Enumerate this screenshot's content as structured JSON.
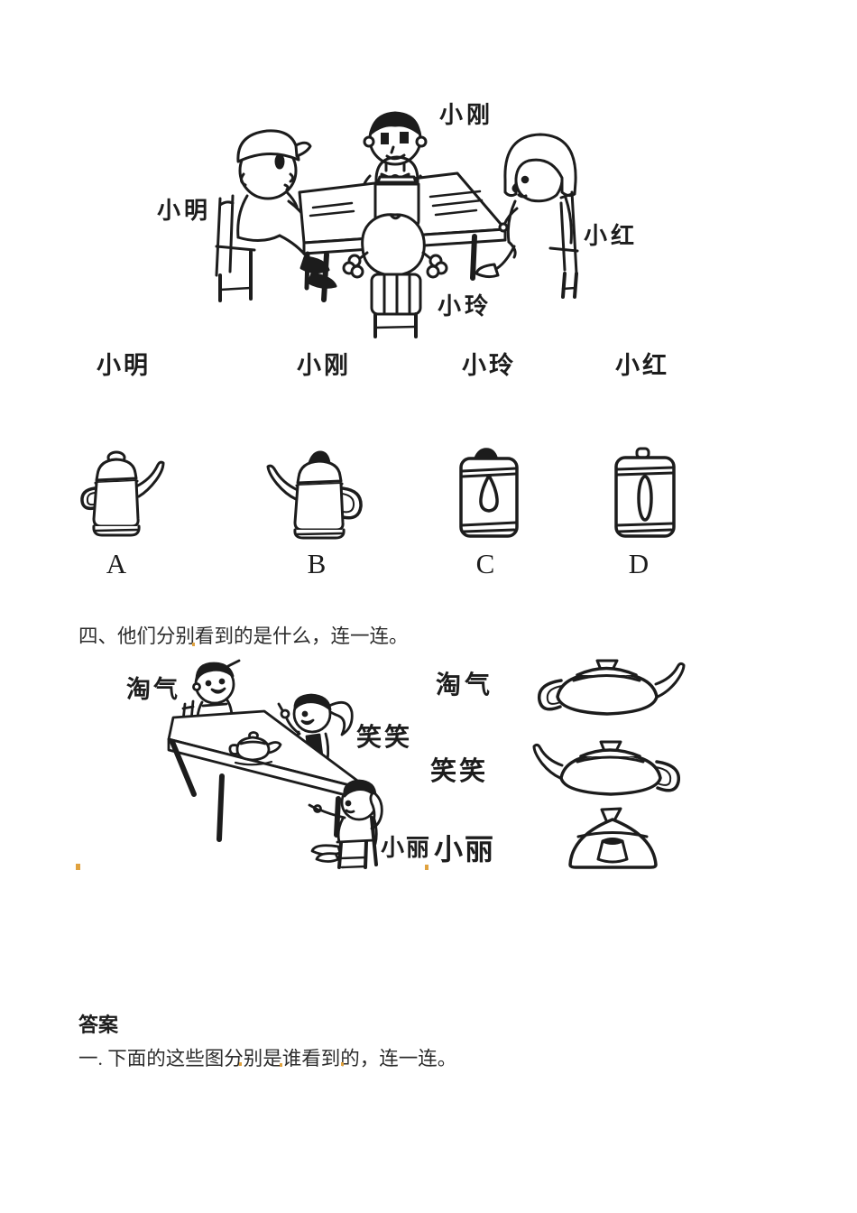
{
  "colors": {
    "ink": "#1c1c1c",
    "text": "#2c2c2c",
    "artifact_dot": "#e0a23f"
  },
  "section1": {
    "scene_labels": {
      "top": "小刚",
      "left": "小明",
      "right": "小红",
      "bottom": "小玲"
    },
    "scene_description": "four-children-around-table-with-kettle",
    "names": [
      "小明",
      "小刚",
      "小玲",
      "小红"
    ],
    "options": [
      "A",
      "B",
      "C",
      "D"
    ],
    "pot_views": [
      "pot-side-spout-right",
      "pot-side-spout-left",
      "pot-front-teardrop-spout",
      "pot-back-slit-spout"
    ]
  },
  "section4": {
    "title": "四、他们分别看到的是什么，连一连。",
    "scene_labels": {
      "left": "淘气",
      "right": "笑笑",
      "bottom": "小丽"
    },
    "scene_description": "three-children-around-table-with-teapot",
    "match_names": [
      "淘气",
      "笑笑",
      "小丽"
    ],
    "pot_views": [
      "teapot-handle-left-spout-right",
      "teapot-spout-left-handle-right",
      "teapot-front-view"
    ]
  },
  "answers": {
    "heading": "答案",
    "line1": "一. 下面的这些图分别是谁看到的，连一连。"
  }
}
